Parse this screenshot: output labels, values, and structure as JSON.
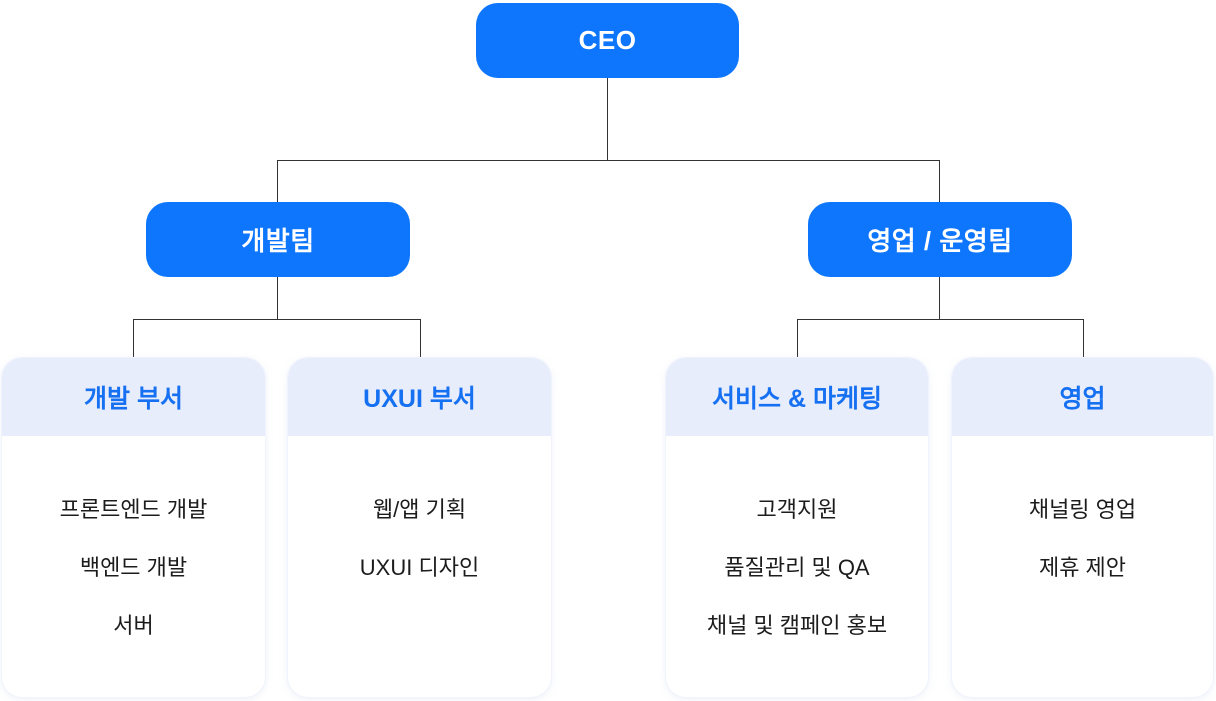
{
  "colors": {
    "node_bg": "#0d76fd",
    "node_text": "#ffffff",
    "card_header_bg": "#e8edfb",
    "card_header_text": "#1670f2",
    "card_body_bg": "#ffffff",
    "item_text": "#1c1c1c",
    "connector": "#333333",
    "page_bg": "#ffffff"
  },
  "nodes": {
    "ceo": {
      "label": "CEO"
    },
    "teams": [
      {
        "label": "개발팀"
      },
      {
        "label": "영업 / 운영팀"
      }
    ]
  },
  "cards": [
    {
      "title": "개발 부서",
      "items": [
        "프론트엔드 개발",
        "백엔드 개발",
        "서버"
      ]
    },
    {
      "title": "UXUI 부서",
      "items": [
        "웹/앱 기획",
        "UXUI 디자인"
      ]
    },
    {
      "title": "서비스 & 마케팅",
      "items": [
        "고객지원",
        "품질관리 및 QA",
        "채널 및 캠페인 홍보"
      ]
    },
    {
      "title": "영업",
      "items": [
        "채널링 영업",
        "제휴 제안"
      ]
    }
  ]
}
